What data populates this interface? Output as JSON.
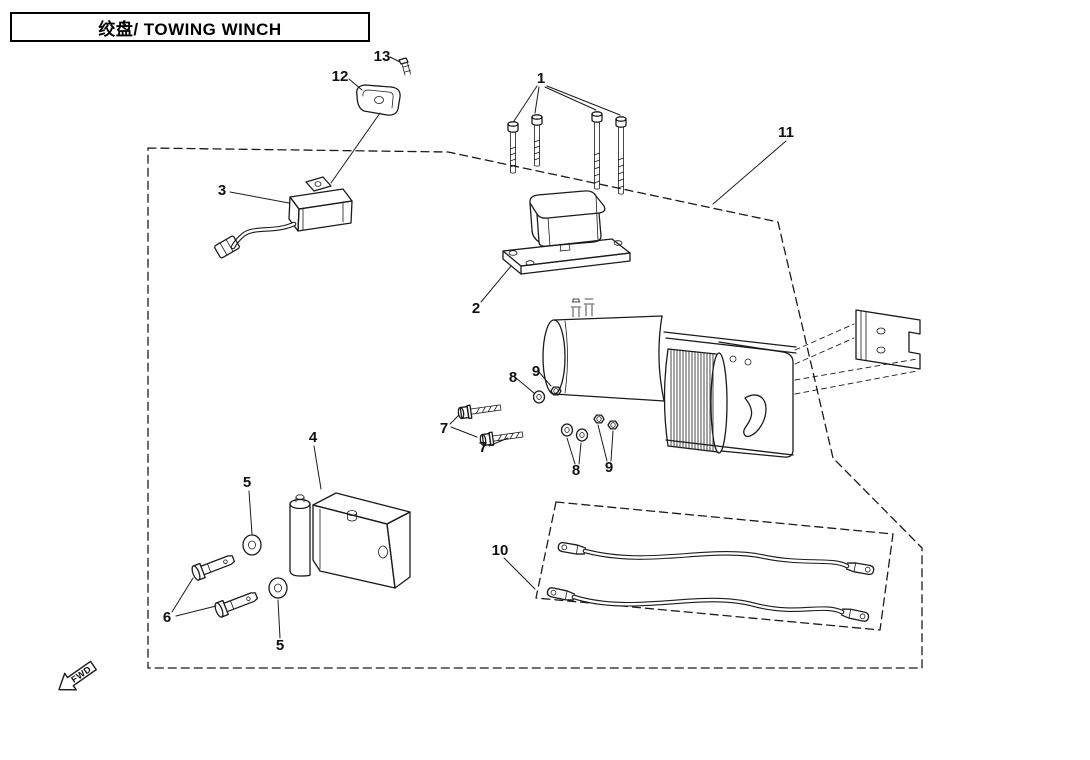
{
  "title": "绞盘/ TOWING WINCH",
  "fwd_label": "FWD",
  "diagram": {
    "callouts": [
      {
        "label": "13"
      },
      {
        "label": "12"
      },
      {
        "label": "1"
      },
      {
        "label": "11"
      },
      {
        "label": "3"
      },
      {
        "label": "2"
      },
      {
        "label": "8"
      },
      {
        "label": "9"
      },
      {
        "label": "7"
      },
      {
        "label": "7"
      },
      {
        "label": "8"
      },
      {
        "label": "9"
      },
      {
        "label": "4"
      },
      {
        "label": "5"
      },
      {
        "label": "6"
      },
      {
        "label": "5"
      },
      {
        "label": "10"
      }
    ]
  }
}
